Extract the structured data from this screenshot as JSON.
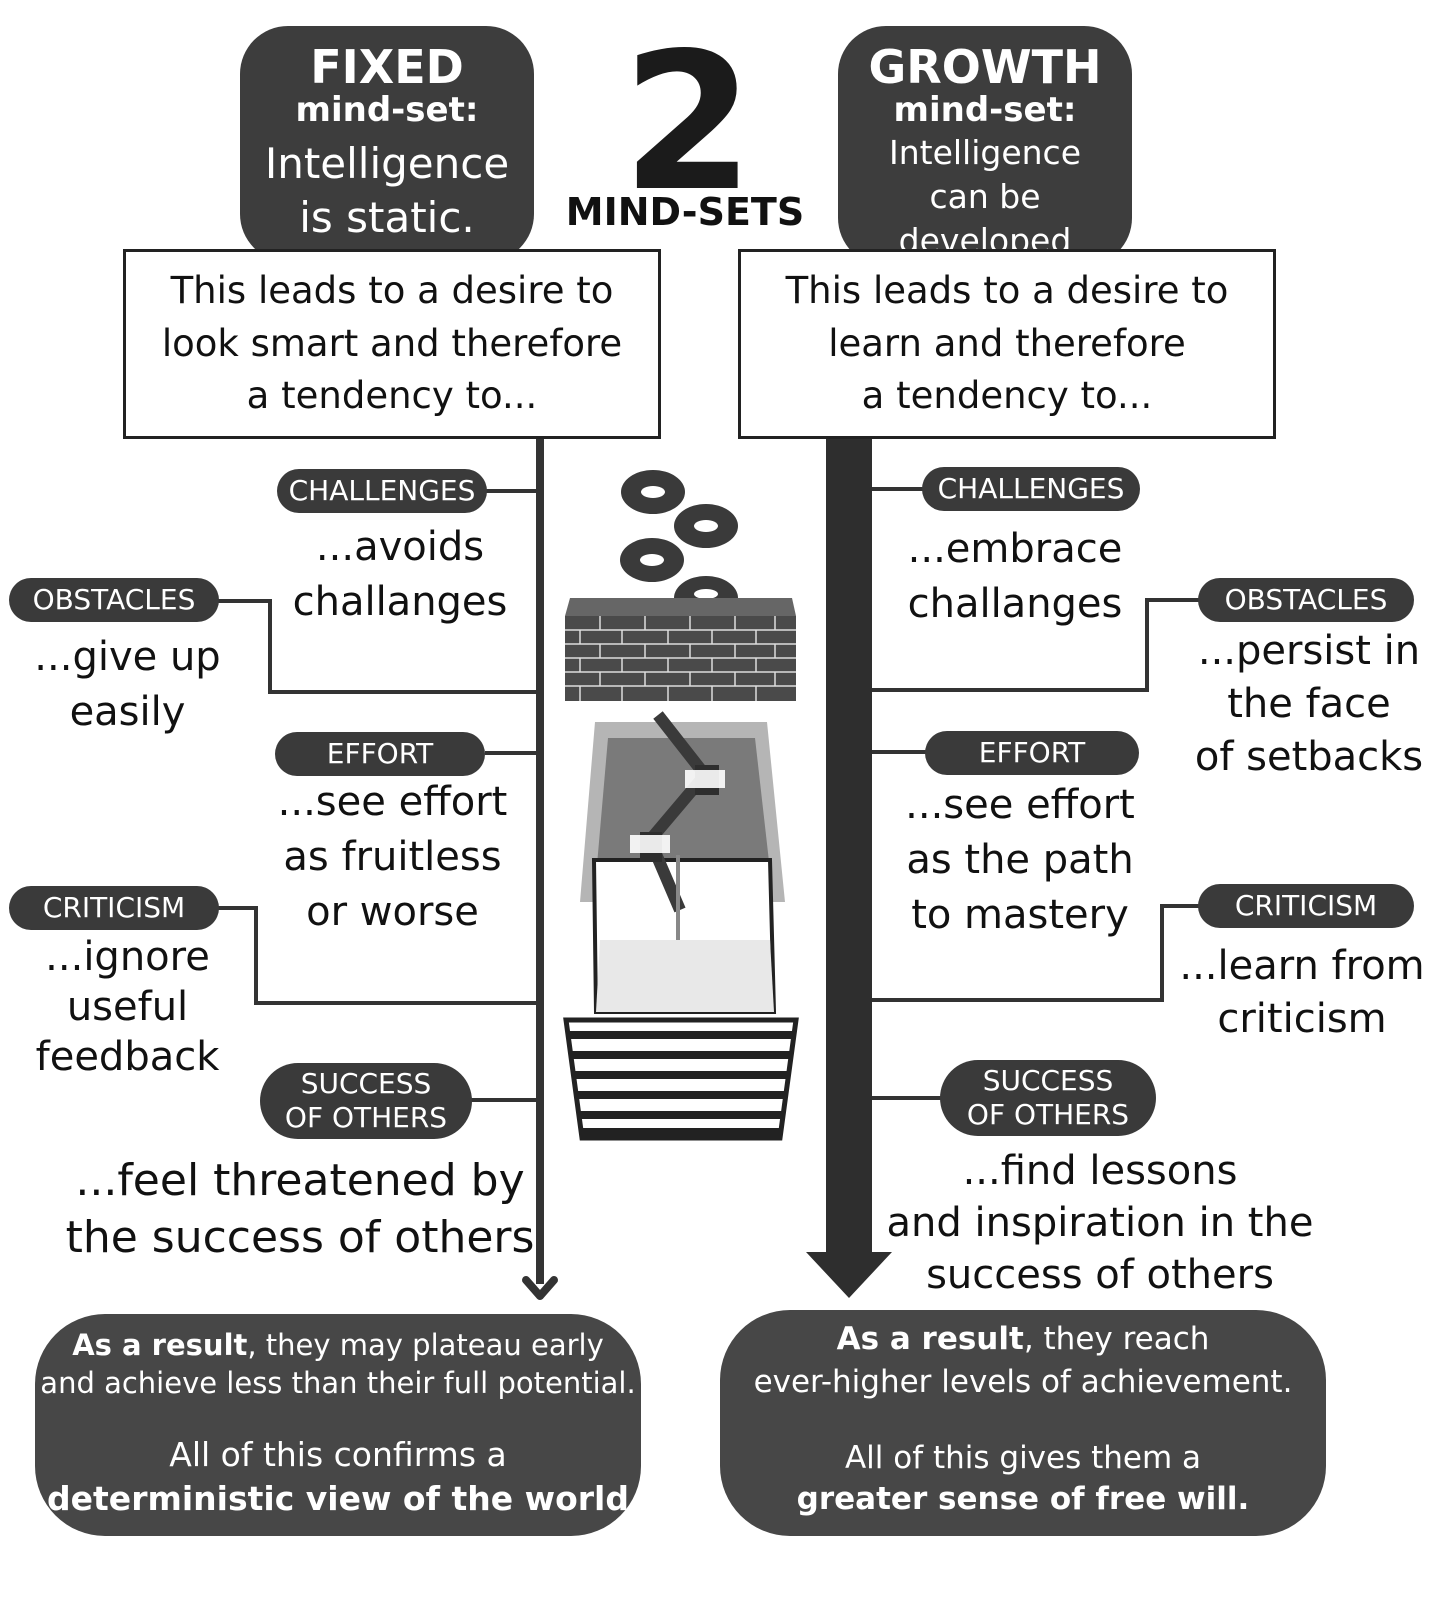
{
  "center": {
    "number": "2",
    "label": "MIND-SETS"
  },
  "fixed": {
    "title": "FIXED",
    "subtitle": "mind-set:",
    "belief": "Intelligence\nis static.",
    "desire": "This leads to a desire to\nlook smart and therefore\na tendency to...",
    "items": [
      {
        "label": "CHALLENGES",
        "response": "...avoids\nchallanges"
      },
      {
        "label": "OBSTACLES",
        "response": "...give up\neasily"
      },
      {
        "label": "EFFORT",
        "response": "...see effort\nas fruitless\nor worse"
      },
      {
        "label": "CRITICISM",
        "response": "...ignore\nuseful\nfeedback"
      },
      {
        "label": "SUCCESS\nOF OTHERS",
        "response": "...feel threatened by\nthe success of others"
      }
    ],
    "result": {
      "lead": "As a result",
      "rest": ", they may plateau early",
      "line2": "and achieve less than their full potential.",
      "conclusion": "All of this confirms a",
      "conclusion_bold": "deterministic view of the world"
    }
  },
  "growth": {
    "title": "GROWTH",
    "subtitle": "mind-set:",
    "belief": "Intelligence\ncan be\ndeveloped",
    "desire": "This leads to a desire to\nlearn and therefore\na tendency to...",
    "items": [
      {
        "label": "CHALLENGES",
        "response": "...embrace\nchallanges"
      },
      {
        "label": "OBSTACLES",
        "response": "...persist in\nthe face\nof setbacks"
      },
      {
        "label": "EFFORT",
        "response": "...see effort\nas the path\nto mastery"
      },
      {
        "label": "CRITICISM",
        "response": "...learn from\ncriticism"
      },
      {
        "label": "SUCCESS\nOF OTHERS",
        "response": "...find lessons\nand inspiration in the\nsuccess of others"
      }
    ],
    "result": {
      "lead": "As a result",
      "rest": ", they reach",
      "line2": "ever-higher levels of achievement.",
      "conclusion": "All of this gives them a",
      "conclusion_bold": "greater sense of free will."
    }
  },
  "colors": {
    "dark_box": "#3d3d3d",
    "result_box": "#474747",
    "line": "#333333",
    "text": "#111111"
  }
}
